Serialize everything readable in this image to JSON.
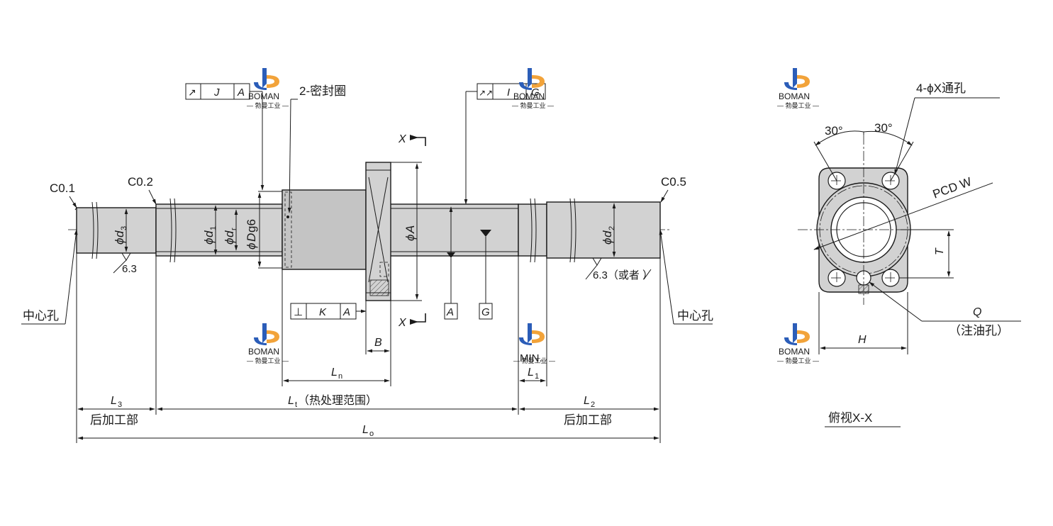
{
  "brand": {
    "name": "BOMAN",
    "cn_name": "— 勃曼工业 —",
    "colors": {
      "primary": "#2b5db8",
      "accent": "#f2a33a"
    }
  },
  "main_view": {
    "chamfers": {
      "left_end": "C0.1",
      "left_step": "C0.2",
      "right_end": "C0.5"
    },
    "seal_label": "2-密封圈",
    "geo_tol": {
      "runout_left": {
        "symbol": "↗",
        "value": "J",
        "datum": "A"
      },
      "runout_right": {
        "symbol": "↗↗",
        "value": "I",
        "datum": "G"
      },
      "perp": {
        "symbol": "⊥",
        "value": "K",
        "datum": "A"
      }
    },
    "section_marker": "X",
    "diameters": {
      "d3": {
        "phi": "ϕ",
        "sym": "d",
        "sub": "3"
      },
      "d1": {
        "phi": "ϕ",
        "sym": "d",
        "sub": "1"
      },
      "dr": {
        "phi": "ϕ",
        "sym": "d",
        "sub": "r"
      },
      "Dg6": {
        "phi": "ϕ",
        "sym": "D",
        "suffix": "g6"
      },
      "A": {
        "phi": "ϕ",
        "sym": "A"
      },
      "d2": {
        "phi": "ϕ",
        "sym": "d",
        "sub": "2"
      }
    },
    "roughness_left": "6.3",
    "roughness_right": "6.3（或者 ）",
    "center_hole_left": "中心孔",
    "center_hole_right": "中心孔",
    "datum_A": "A",
    "datum_G": "G",
    "dim_B": "B",
    "dim_Ln": {
      "sym": "L",
      "sub": "n"
    },
    "dim_L1": {
      "sym": "L",
      "sub": "1"
    },
    "min_label": "MIN.",
    "dim_L3": {
      "sym": "L",
      "sub": "3"
    },
    "dim_Lt": {
      "sym": "L",
      "sub": "t",
      "note": "（热处理范围）"
    },
    "dim_L2": {
      "sym": "L",
      "sub": "2"
    },
    "dim_Lo": {
      "sym": "L",
      "sub": "o"
    },
    "post_machining_left": "后加工部",
    "post_machining_right": "后加工部"
  },
  "side_view": {
    "holes_label": "4-ϕX通孔",
    "angle_left": "30°",
    "angle_right": "30°",
    "pcd_label": "PCD  W",
    "dim_T": "T",
    "dim_H": "H",
    "dim_Q": "Q",
    "oil_hole": "（注油孔）",
    "view_title": "俯视X-X"
  }
}
